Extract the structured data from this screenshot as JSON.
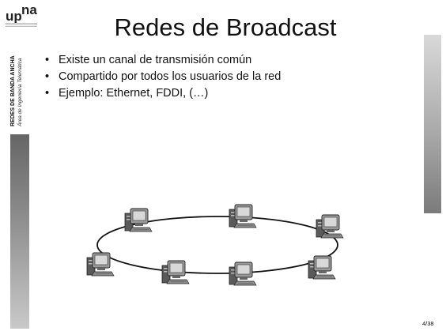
{
  "brand": {
    "logo_up": "up",
    "logo_na": "na",
    "course": "REDES DE BANDA ANCHA",
    "area": "Área de Ingeniería Telemática"
  },
  "slide": {
    "title": "Redes de Broadcast",
    "bullets": [
      "Existe un canal de transmisión común",
      "Compartido por todos los usuarios de la red",
      "Ejemplo: Ethernet, FDDI, (…)"
    ],
    "page": "4/38"
  },
  "diagram": {
    "topology": "ring",
    "node_icon": "computer-icon",
    "node_count": 7
  }
}
